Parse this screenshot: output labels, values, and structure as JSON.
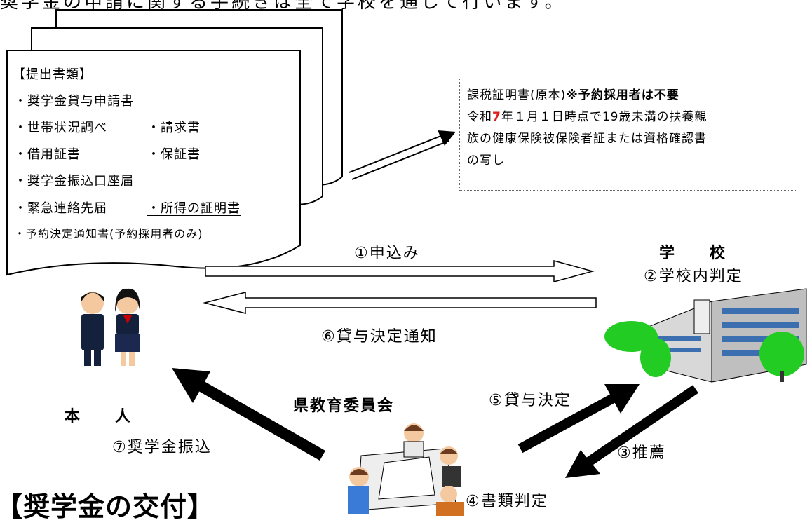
{
  "header": {
    "top_text": "奨学金の申請に関する手続きは全て学校を通して行います。"
  },
  "documents": {
    "title": "【提出書類】",
    "items": [
      "・奨学金貸与申請書",
      "・世帯状況調べ",
      "・請求書",
      "・借用証書",
      "・保証書",
      "・奨学金振込口座届",
      "・緊急連絡先届",
      "・所得の証明書",
      "・予約決定通知書(予約採用者のみ)"
    ]
  },
  "tax_box": {
    "line1_prefix": "課税証明書(原本)",
    "line1_bold": "※予約採用者は不要",
    "line2_a": "令和",
    "line2_num": "7",
    "line2_b": "年１月１日時点で19歳未満の扶養親",
    "line3": "族の健康保険被保険者証または資格確認書",
    "line4": "の写し",
    "highlight_color": "#e02020"
  },
  "actors": {
    "student": "本　　人",
    "school": "学　　校",
    "board": "県教育委員会"
  },
  "steps": {
    "s1": "①申込み",
    "s2": "②学校内判定",
    "s3": "③推薦",
    "s4": "④書類判定",
    "s5": "⑤貸与決定",
    "s6": "⑥貸与決定通知",
    "s7": "⑦奨学金振込"
  },
  "section_heading": "【奨学金の交付】",
  "icons": [
    "students-icon",
    "school-building-icon",
    "meeting-icon"
  ]
}
